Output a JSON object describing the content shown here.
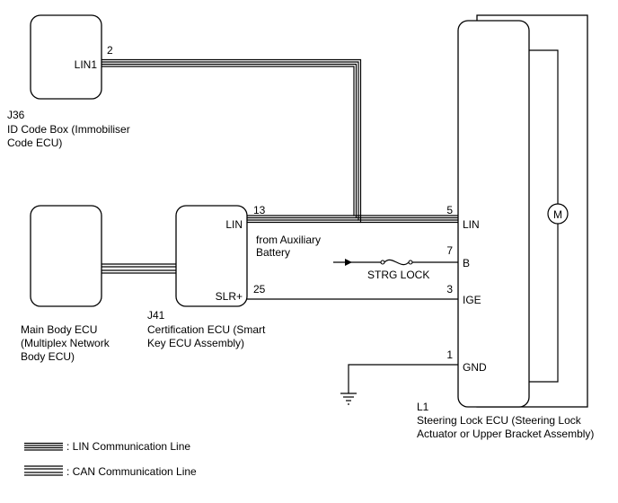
{
  "components": {
    "j36": {
      "code": "J36",
      "name_lines": [
        "ID Code Box (Immobiliser",
        "Code ECU)"
      ],
      "pin_label": "LIN1",
      "pin_number": "2"
    },
    "main_body": {
      "name_lines": [
        "Main Body ECU",
        "(Multiplex Network",
        "Body ECU)"
      ]
    },
    "j41": {
      "code": "J41",
      "name_lines": [
        "Certification ECU (Smart",
        "Key ECU Assembly)"
      ],
      "pins": [
        {
          "label": "LIN",
          "number": "13"
        },
        {
          "label": "SLR+",
          "number": "25"
        }
      ]
    },
    "l1": {
      "code": "L1",
      "name_lines": [
        "Steering Lock ECU (Steering Lock",
        "Actuator or Upper Bracket Assembly)"
      ],
      "pins": [
        {
          "label": "LIN",
          "number": "5"
        },
        {
          "label": "B",
          "number": "7"
        },
        {
          "label": "IGE",
          "number": "3"
        },
        {
          "label": "GND",
          "number": "1"
        }
      ],
      "motor_symbol": "M"
    }
  },
  "power": {
    "source_lines": [
      "from Auxiliary",
      "Battery"
    ],
    "fuse_label": "STRG LOCK"
  },
  "legend": [
    {
      "label": ": LIN Communication Line",
      "style": "lin"
    },
    {
      "label": ": CAN Communication Line",
      "style": "can"
    }
  ]
}
